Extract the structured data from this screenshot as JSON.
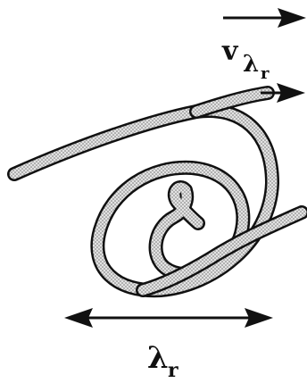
{
  "labels": {
    "velocity_main": "v",
    "velocity_sub_main": "λ",
    "velocity_sub_sub": "r",
    "wavelength_main": "λ",
    "wavelength_sub": "r"
  },
  "colors": {
    "stroke": "#111111",
    "band_fill": "#e3e3e3",
    "stipple": "#6b6b6b",
    "background": "#ffffff"
  }
}
